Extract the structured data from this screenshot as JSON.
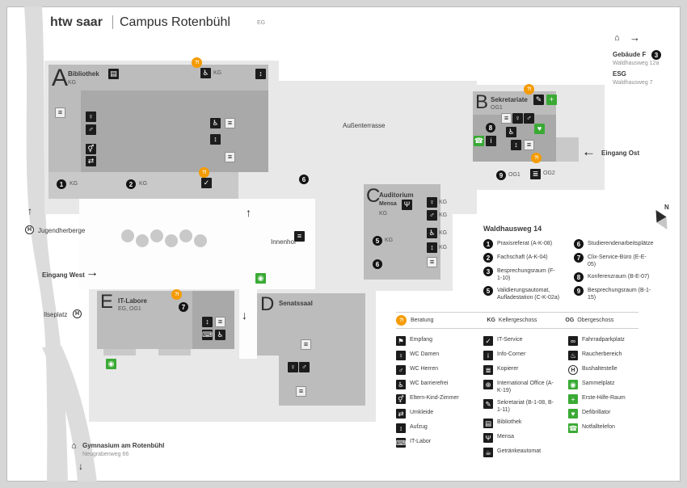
{
  "header": {
    "brand": "htw saar",
    "title": "Campus Rotenbühl",
    "floor_code": "EG"
  },
  "top_right": {
    "building_f_name": "Gebäude F",
    "building_f_badge": "3",
    "building_f_address": "Waldhausweg 12a",
    "esg_name": "ESG",
    "esg_address": "Waldhausweg 7"
  },
  "buildings": {
    "a": {
      "letter": "A",
      "name": "Bibliothek",
      "floor": "KG",
      "m1": "1",
      "m2": "2"
    },
    "b": {
      "letter": "B",
      "name": "Sekretariate",
      "floor": "OG1",
      "m8": "8",
      "m9": "9"
    },
    "c": {
      "letter": "C",
      "name": "Auditorium",
      "name2": "Mensa",
      "m5": "5",
      "m6": "6"
    },
    "d": {
      "letter": "D",
      "name": "Senatssaal"
    },
    "e": {
      "letter": "E",
      "name": "IT-Labore",
      "floor": "EG, OG1",
      "m7": "7"
    }
  },
  "map": {
    "aussenterrasse": "Außenterrasse",
    "innenhof": "Innenhof",
    "jugendherberge": "Jugendherberge",
    "eingang_west": "Eingang West",
    "eingang_ost": "Eingang Ost",
    "ilseplatz": "Ilseplatz",
    "gymnasium": "Gymnasium am Rotenbühl",
    "gymnasium_address": "Neugrabenweg 66",
    "compass": "N",
    "hstop": "H",
    "kg": "KG",
    "og1": "OG1",
    "og2": "OG2",
    "m6_free": "6"
  },
  "numbered_legend": {
    "title": "Waldhausweg 14",
    "col1": [
      {
        "num": "1",
        "label": "Praxisreferat (A-K-08)"
      },
      {
        "num": "2",
        "label": "Fachschaft (A-K-04)"
      },
      {
        "num": "3",
        "label": "Besprechungsraum (F-1-10)"
      },
      {
        "num": "5",
        "label": "Validierungsautomat, Aufladestation (C-K-02a)"
      }
    ],
    "col2": [
      {
        "num": "6",
        "label": "Studierendenarbeitsplätze"
      },
      {
        "num": "7",
        "label": "Clix-Service-Büro (E-E-05)"
      },
      {
        "num": "8",
        "label": "Konferenzraum (B-E-07)"
      },
      {
        "num": "9",
        "label": "Besprechungsraum (B-1-15)"
      }
    ]
  },
  "icon_legend": {
    "beratung_label": "Beratung",
    "kg_abbr": "KG",
    "kg_label": "Kellergeschoss",
    "og_abbr": "OG",
    "og_label": "Obergeschoss",
    "col1": [
      {
        "icon": "empfang",
        "label": "Empfang"
      },
      {
        "icon": "wc_damen",
        "label": "WC Damen"
      },
      {
        "icon": "wc_herren",
        "label": "WC Herren"
      },
      {
        "icon": "wc_barrierefrei",
        "label": "WC barrierefrei"
      },
      {
        "icon": "eltern_kind",
        "label": "Eltern-Kind-Zimmer"
      },
      {
        "icon": "umkleide",
        "label": "Umkleide"
      },
      {
        "icon": "aufzug",
        "label": "Aufzug"
      },
      {
        "icon": "it_labor",
        "label": "IT-Labor"
      }
    ],
    "col2": [
      {
        "icon": "it_service",
        "label": "IT-Service"
      },
      {
        "icon": "info_corner",
        "label": "Info-Corner"
      },
      {
        "icon": "kopierer",
        "label": "Kopierer"
      },
      {
        "icon": "international_office",
        "label": "International Office (A-K-19)"
      },
      {
        "icon": "sekretariat",
        "label": "Sekretariat (B-1-08, B-1-11)"
      },
      {
        "icon": "bibliothek",
        "label": "Bibliothek"
      },
      {
        "icon": "mensa",
        "label": "Mensa"
      },
      {
        "icon": "getraenkeautomat",
        "label": "Getränkeautomat"
      }
    ],
    "col3": [
      {
        "icon": "fahrrad",
        "label": "Fahrradparkplatz"
      },
      {
        "icon": "raucher",
        "label": "Raucherbereich"
      },
      {
        "icon": "bushaltestelle",
        "label": "Bushaltestelle"
      },
      {
        "icon": "sammelplatz",
        "label": "Sammelplatz"
      },
      {
        "icon": "erste_hilfe",
        "label": "Erste-Hilfe-Raum"
      },
      {
        "icon": "defibrillator",
        "label": "Defibrillator"
      },
      {
        "icon": "notfalltelefon",
        "label": "Notfalltelefon"
      }
    ]
  },
  "icons": {
    "beratung": "?!",
    "haus": "⌂",
    "arrow_right": "→",
    "arrow_left": "←",
    "arrow_up": "↑",
    "arrow_down": "↓",
    "empfang": "⚑",
    "wc_damen": "♀",
    "wc_herren": "♂",
    "wc_barrierefrei": "♿",
    "eltern_kind": "⚥",
    "umkleide": "⇄",
    "aufzug": "↕",
    "it_labor": "⌨",
    "it_service": "✓",
    "info_corner": "i",
    "kopierer": "≣",
    "international_office": "⊕",
    "sekretariat": "✎",
    "bibliothek": "▤",
    "mensa": "Ψ",
    "getraenkeautomat": "☕",
    "fahrrad": "∞",
    "raucher": "♨",
    "bushaltestelle": "H",
    "sammelplatz": "◉",
    "erste_hilfe": "+",
    "defibrillator": "♥",
    "notfalltelefon": "☎",
    "treppe": "≡"
  },
  "colors": {
    "accent_orange": "#F59B00",
    "safety_green": "#3AAA35",
    "icon_dark": "#1C1C1C",
    "building_gray": "#BCBCBC",
    "ground_gray": "#E8E8E8"
  }
}
